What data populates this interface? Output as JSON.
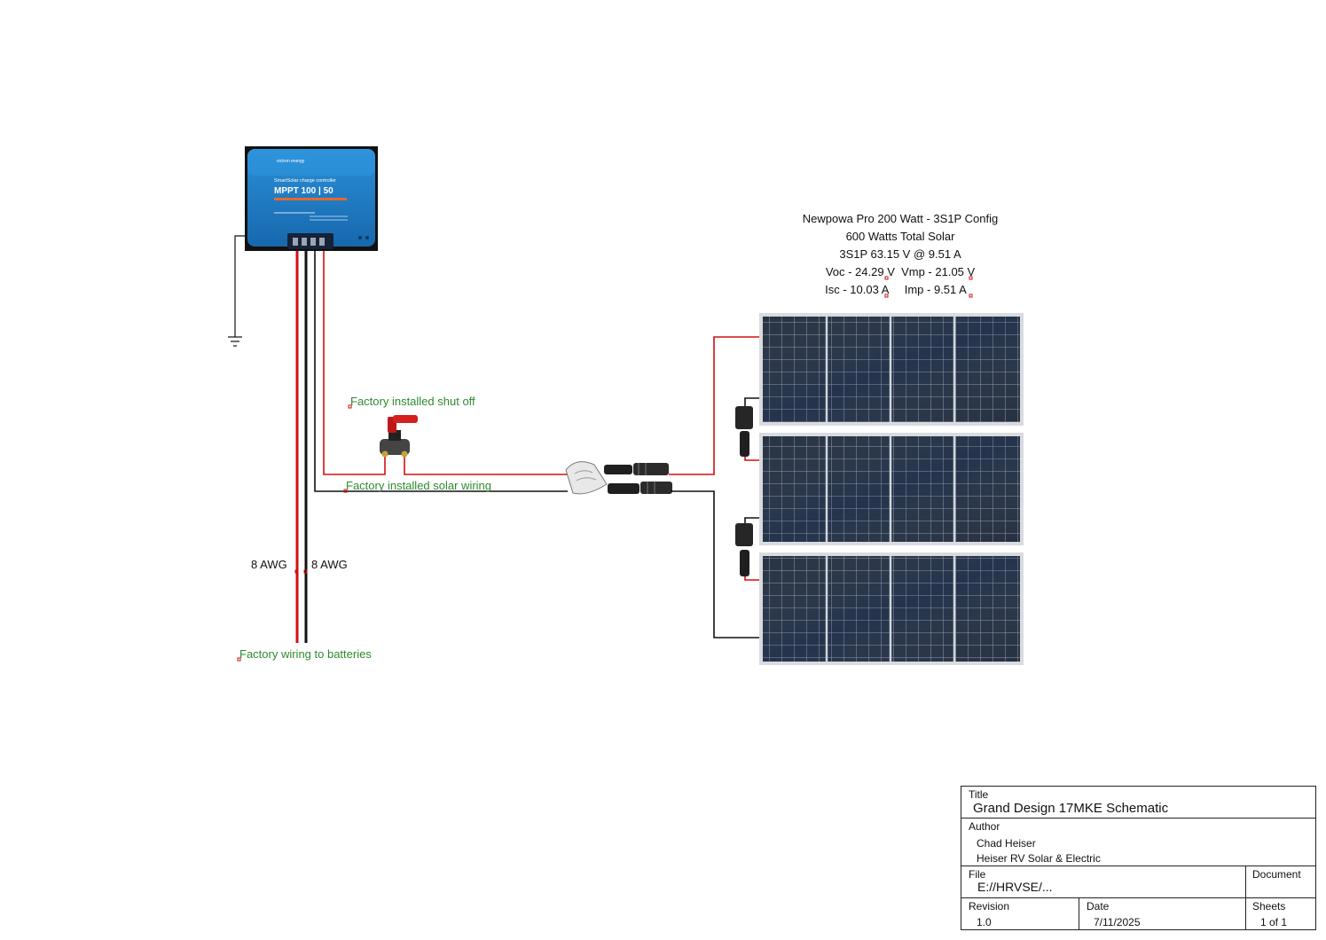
{
  "annotations": {
    "shutoff_label": "Factory installed shut off",
    "solar_wiring_label": "Factory installed solar wiring",
    "battery_wiring_label": "Factory wiring to batteries",
    "awg_left": "8 AWG",
    "awg_right": "8 AWG"
  },
  "controller": {
    "brand": "victron energy",
    "subtitle": "SmartSolar charge controller",
    "model": "MPPT 100 | 50"
  },
  "panel_specs": {
    "line1": "Newpowa Pro 200 Watt - 3S1P Config",
    "line2": "600 Watts Total Solar",
    "line3": "3S1P 63.15 V @ 9.51 A",
    "line4": "Voc - 24.29 V  Vmp - 21.05 V",
    "line5": "Isc - 10.03 A     Imp - 9.51 A"
  },
  "colors": {
    "positive_wire": "#d01010",
    "negative_wire": "#111111",
    "controller_blue": "#1f7fc7",
    "annotation_green": "#2e8b2e"
  },
  "title_block": {
    "title_caption": "Title",
    "title_value": "Grand Design 17MKE Schematic",
    "author_caption": "Author",
    "author_name": "Chad Heiser",
    "author_company": "Heiser RV Solar & Electric",
    "file_caption": "File",
    "file_value": "E://HRVSE/...",
    "document_caption": "Document",
    "revision_caption": "Revision",
    "revision_value": "1.0",
    "date_caption": "Date",
    "date_value": "7/11/2025",
    "sheets_caption": "Sheets",
    "sheets_value": "1 of 1"
  }
}
